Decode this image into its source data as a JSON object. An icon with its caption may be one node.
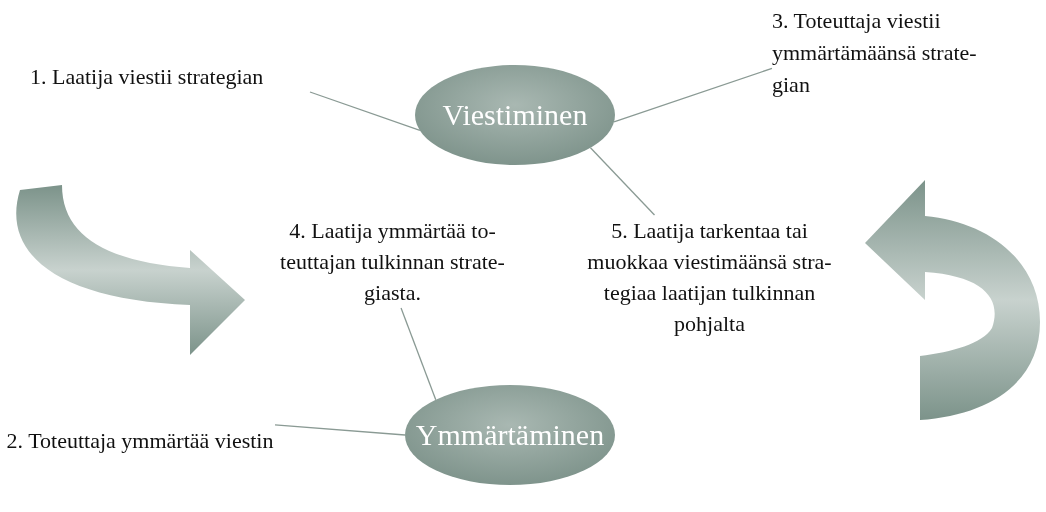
{
  "diagram": {
    "nodes": [
      {
        "text": [
          "Viestiminen"
        ]
      },
      {
        "text": [
          "Ymmärtäminen"
        ]
      },
      {
        "text": [
          "1. Laatija viestii strategian"
        ]
      },
      {
        "text": [
          "3. Toteuttaja viestii ymmärtämäänsä strate- gian"
        ]
      },
      {
        "text": [
          "4. Laatija ymmärtää to- teuttajan tulkinnan strate- giasta."
        ]
      },
      {
        "text": [
          "5. Laatija tarkentaa tai muokkaa viestimäänsä stra- tegiaa laatijan tulkinnan pohjalta"
        ]
      },
      {
        "text": [
          "2. Toteuttaja ymmärtää viestin"
        ]
      }
    ],
    "edges": [
      {
        "from": 2,
        "to": 0,
        "arrow": "none"
      },
      {
        "from": 3,
        "to": 0,
        "arrow": "none"
      },
      {
        "from": 5,
        "to": 0,
        "arrow": "none"
      },
      {
        "from": 4,
        "to": 1,
        "arrow": "none"
      },
      {
        "from": 6,
        "to": 1,
        "arrow": "none"
      }
    ]
  }
}
